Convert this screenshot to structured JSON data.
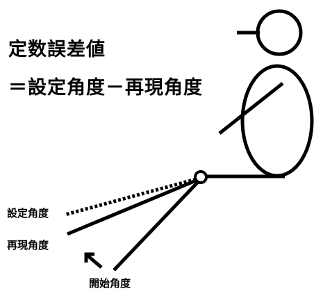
{
  "title": {
    "line1": "定数誤差値",
    "line2": "＝設定角度－再現角度"
  },
  "labels": {
    "set_angle": "設定角度",
    "reproduced_angle": "再現角度",
    "start_angle": "開始角度"
  },
  "colors": {
    "ink": "#000000",
    "background": "#ffffff"
  }
}
